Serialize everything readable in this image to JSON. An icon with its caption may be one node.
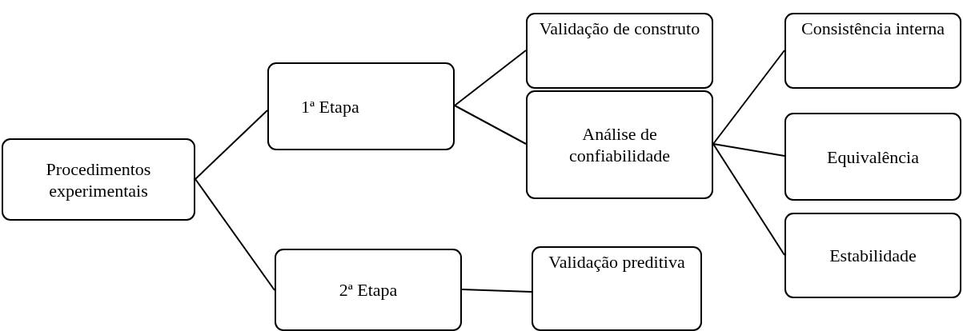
{
  "diagram": {
    "nodes": [
      {
        "text": [
          "Procedimentos experimentais"
        ]
      },
      {
        "text": [
          "1ª Etapa"
        ]
      },
      {
        "text": [
          "Validação de construto"
        ]
      },
      {
        "text": [
          "Análise de confiabilidade"
        ]
      },
      {
        "text": [
          "Consistência interna"
        ]
      },
      {
        "text": [
          "Equivalência"
        ]
      },
      {
        "text": [
          "Estabilidade"
        ]
      },
      {
        "text": [
          "2ª Etapa"
        ]
      },
      {
        "text": [
          "Validação preditiva"
        ]
      }
    ],
    "edges": [
      {
        "from": 0,
        "to": 1,
        "arrow": "none"
      },
      {
        "from": 0,
        "to": 7,
        "arrow": "none"
      },
      {
        "from": 1,
        "to": 2,
        "arrow": "none"
      },
      {
        "from": 1,
        "to": 3,
        "arrow": "none"
      },
      {
        "from": 3,
        "to": 4,
        "arrow": "none"
      },
      {
        "from": 3,
        "to": 5,
        "arrow": "none"
      },
      {
        "from": 3,
        "to": 6,
        "arrow": "none"
      },
      {
        "from": 7,
        "to": 8,
        "arrow": "none"
      }
    ]
  }
}
